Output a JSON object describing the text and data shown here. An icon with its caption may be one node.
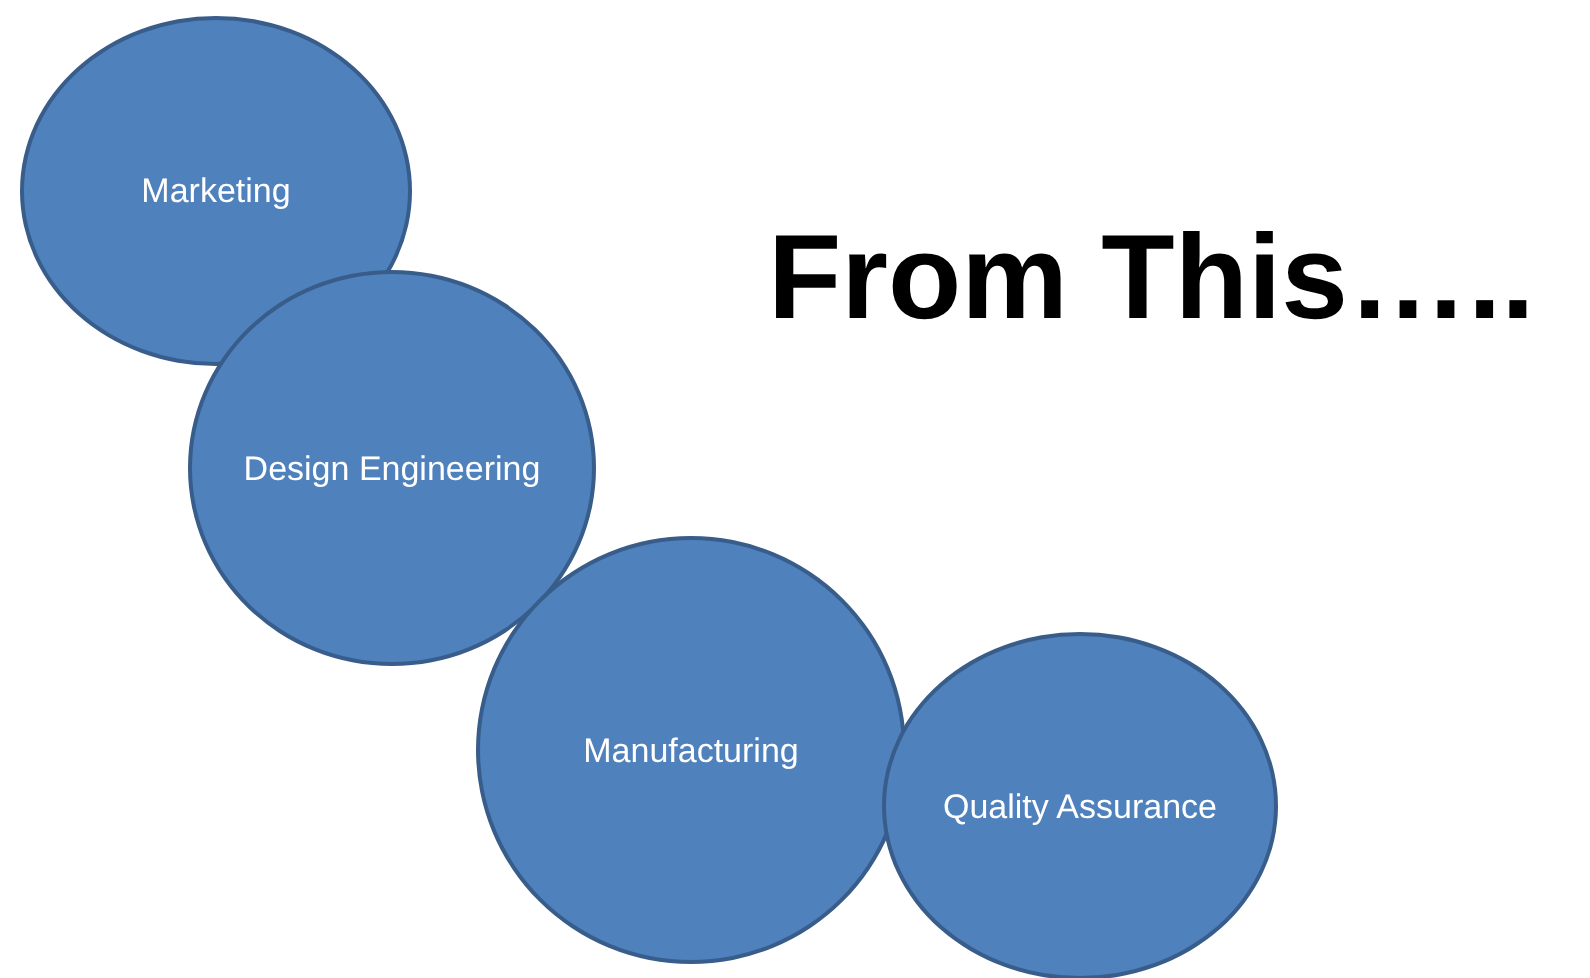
{
  "diagram": {
    "title": "From This…..",
    "nodes": [
      {
        "text": [
          "Marketing"
        ]
      },
      {
        "text": [
          "Design Engineering"
        ]
      },
      {
        "text": [
          "Manufacturing"
        ]
      },
      {
        "text": [
          "Quality Assurance"
        ]
      }
    ]
  }
}
